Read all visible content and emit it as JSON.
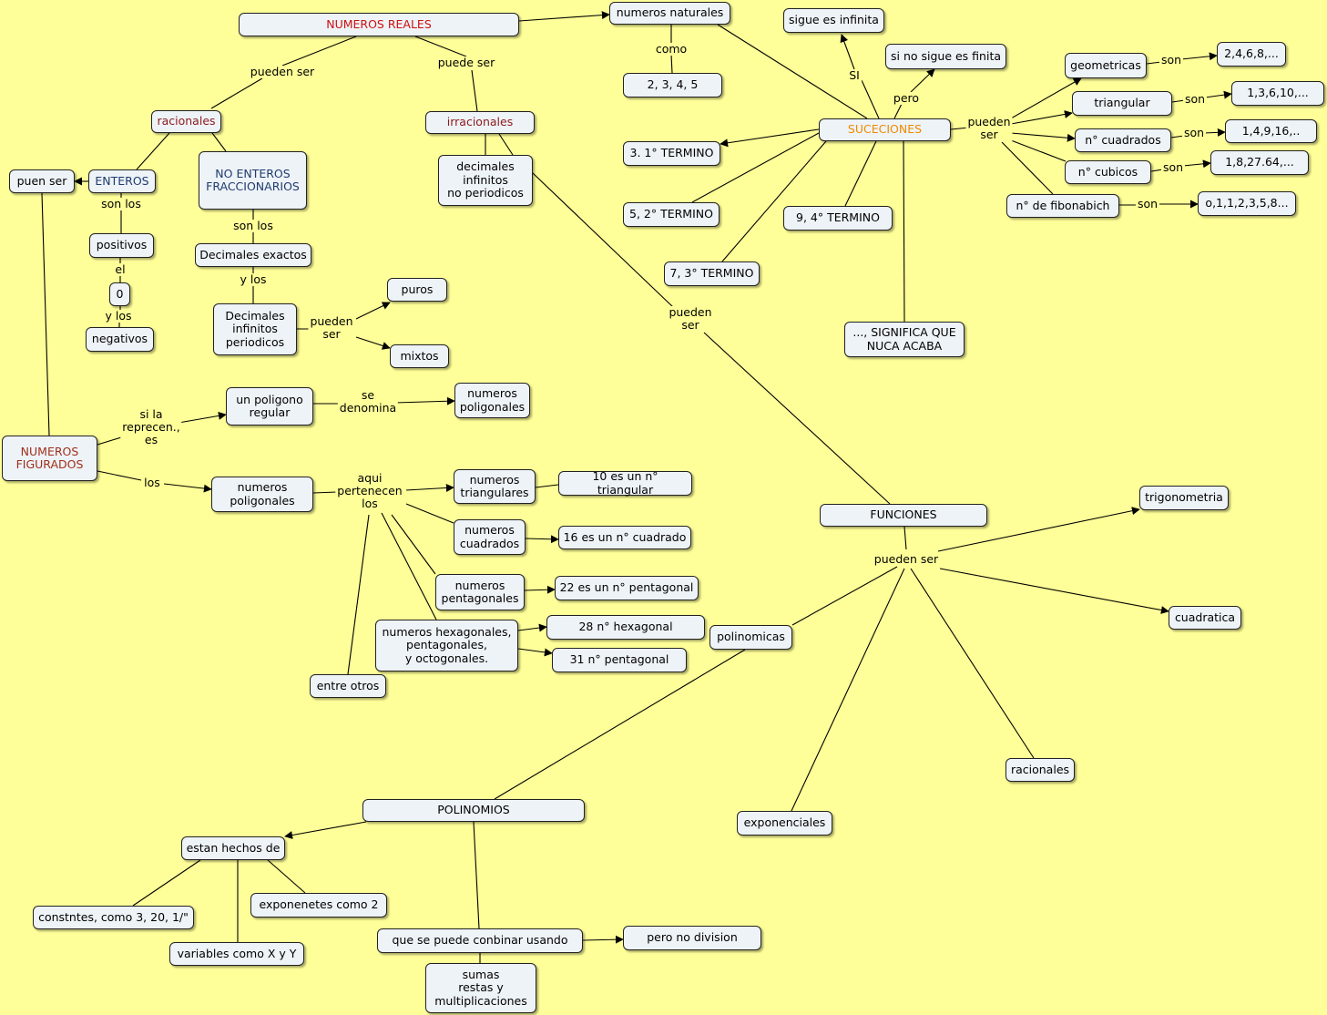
{
  "colors": {
    "background": "#ffff99",
    "node_fill": "#eef3f8",
    "node_border": "#222222",
    "edge": "#000000",
    "red_text": "#cc1111",
    "darkred_text": "#8b1a1a",
    "navy_text": "#1f3b6e",
    "brown_text": "#a0301a",
    "orange_text": "#f08a00"
  },
  "nodes": [
    {
      "id": "reales",
      "text": "NUMEROS REALES",
      "color": "red"
    },
    {
      "id": "naturales",
      "text": "numeros naturales"
    },
    {
      "id": "n2345",
      "text": "2, 3, 4, 5"
    },
    {
      "id": "infinita",
      "text": "sigue es infinita"
    },
    {
      "id": "finita",
      "text": "si no sigue es finita"
    },
    {
      "id": "racionales",
      "text": "racionales",
      "color": "darkred"
    },
    {
      "id": "irracionales",
      "text": "irracionales",
      "color": "darkred"
    },
    {
      "id": "decinf",
      "text": "decimales\ninfinitos\nno periodicos"
    },
    {
      "id": "puenser",
      "text": "puen ser"
    },
    {
      "id": "enteros",
      "text": "ENTEROS",
      "color": "navy"
    },
    {
      "id": "noenteros",
      "text": "NO ENTEROS\nFRACCIONARIOS",
      "color": "navy"
    },
    {
      "id": "positivos",
      "text": "positivos"
    },
    {
      "id": "cero",
      "text": "0"
    },
    {
      "id": "negativos",
      "text": "negativos"
    },
    {
      "id": "decexactos",
      "text": "Decimales exactos"
    },
    {
      "id": "decper",
      "text": "Decimales\ninfinitos\nperiodicos"
    },
    {
      "id": "puros",
      "text": "puros"
    },
    {
      "id": "mixtos",
      "text": "mixtos"
    },
    {
      "id": "suceciones",
      "text": "SUCECIONES",
      "color": "orange"
    },
    {
      "id": "t1",
      "text": "3. 1° TERMINO"
    },
    {
      "id": "t2",
      "text": "5, 2° TERMINO"
    },
    {
      "id": "t3",
      "text": "7, 3° TERMINO"
    },
    {
      "id": "t4",
      "text": "9, 4° TERMINO"
    },
    {
      "id": "significa",
      "text": "..., SIGNIFICA QUE\nNUCA ACABA"
    },
    {
      "id": "geometricas",
      "text": "geometricas"
    },
    {
      "id": "triangular",
      "text": "triangular"
    },
    {
      "id": "cuadrados",
      "text": "n° cuadrados"
    },
    {
      "id": "cubicos",
      "text": "n° cubicos"
    },
    {
      "id": "fibonabich",
      "text": "n° de fibonabich"
    },
    {
      "id": "s_geo",
      "text": "2,4,6,8,..."
    },
    {
      "id": "s_tri",
      "text": "1,3,6,10,..."
    },
    {
      "id": "s_cua",
      "text": "1,4,9,16,.."
    },
    {
      "id": "s_cub",
      "text": "1,8,27.64,..."
    },
    {
      "id": "s_fib",
      "text": "o,1,1,2,3,5,8..."
    },
    {
      "id": "figurados",
      "text": "NUMEROS\nFIGURADOS",
      "color": "brown"
    },
    {
      "id": "poligono",
      "text": "un poligono\nregular"
    },
    {
      "id": "poligonales1",
      "text": "numeros\npoligonales"
    },
    {
      "id": "poligonales2",
      "text": "numeros\npoligonales"
    },
    {
      "id": "triangulares",
      "text": "numeros\ntriangulares"
    },
    {
      "id": "cuadrados2",
      "text": "numeros\ncuadrados"
    },
    {
      "id": "pentagonales",
      "text": "numeros\npentagonales"
    },
    {
      "id": "hexagonales",
      "text": "numeros hexagonales,\npentagonales,\ny octogonales."
    },
    {
      "id": "entreotros",
      "text": "entre otros"
    },
    {
      "id": "e10",
      "text": "10 es un n° triangular"
    },
    {
      "id": "e16",
      "text": "16 es un n° cuadrado"
    },
    {
      "id": "e22",
      "text": "22 es un n° pentagonal"
    },
    {
      "id": "e28",
      "text": "28 n° hexagonal"
    },
    {
      "id": "e31",
      "text": "31 n° pentagonal"
    },
    {
      "id": "funciones",
      "text": "FUNCIONES"
    },
    {
      "id": "trigonometria",
      "text": "trigonometria"
    },
    {
      "id": "cuadratica",
      "text": "cuadratica"
    },
    {
      "id": "polinomicas",
      "text": "polinomicas"
    },
    {
      "id": "racionales2",
      "text": "racionales"
    },
    {
      "id": "exponenciales",
      "text": "exponenciales"
    },
    {
      "id": "polinomios",
      "text": "POLINOMIOS"
    },
    {
      "id": "hechos",
      "text": "estan hechos de"
    },
    {
      "id": "constantes",
      "text": "constntes, como 3, 20, 1/\""
    },
    {
      "id": "variables",
      "text": "variables como X y Y"
    },
    {
      "id": "exponentes",
      "text": "exponenetes como 2"
    },
    {
      "id": "combinar",
      "text": "que se puede conbinar usando"
    },
    {
      "id": "nodivision",
      "text": "pero no division"
    },
    {
      "id": "sumas",
      "text": "sumas\nrestas y\nmultiplicaciones"
    }
  ],
  "linking_phrases": [
    {
      "id": "l_pueden_ser1",
      "text": "pueden ser"
    },
    {
      "id": "l_puede_ser",
      "text": "puede ser"
    },
    {
      "id": "l_como",
      "text": "como"
    },
    {
      "id": "l_si",
      "text": "SI"
    },
    {
      "id": "l_pero",
      "text": "pero"
    },
    {
      "id": "l_son_los1",
      "text": "son los"
    },
    {
      "id": "l_el",
      "text": "el"
    },
    {
      "id": "l_y_los1",
      "text": "y los"
    },
    {
      "id": "l_son_los2",
      "text": "son los"
    },
    {
      "id": "l_y_los2",
      "text": "y los"
    },
    {
      "id": "l_pueden_ser2",
      "text": "pueden\nser"
    },
    {
      "id": "l_pueden_ser3",
      "text": "pueden\nser"
    },
    {
      "id": "l_pueden_ser4",
      "text": "pueden\nser"
    },
    {
      "id": "l_son1",
      "text": "son"
    },
    {
      "id": "l_son2",
      "text": "son"
    },
    {
      "id": "l_son3",
      "text": "son"
    },
    {
      "id": "l_son4",
      "text": "son"
    },
    {
      "id": "l_son5",
      "text": "son"
    },
    {
      "id": "l_si_la",
      "text": "si la\nreprecen.,\nes"
    },
    {
      "id": "l_se_denomina",
      "text": "se\ndenomina"
    },
    {
      "id": "l_los",
      "text": "los"
    },
    {
      "id": "l_aqui",
      "text": "aqui\npertenecen\nlos"
    },
    {
      "id": "l_pueden_ser5",
      "text": "pueden ser"
    }
  ]
}
